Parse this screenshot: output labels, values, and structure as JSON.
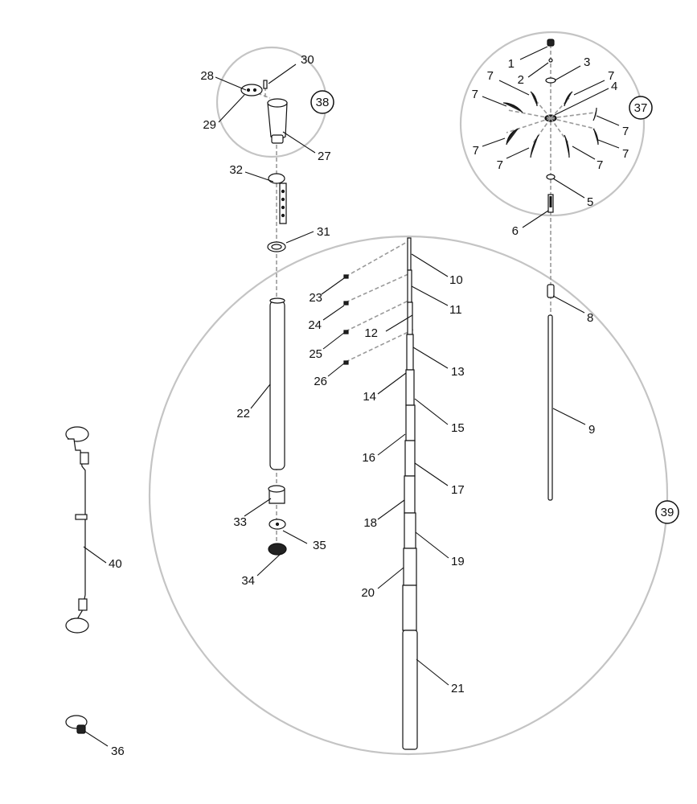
{
  "labels": {
    "p1": "1",
    "p2": "2",
    "p3": "3",
    "p4": "4",
    "p5": "5",
    "p6": "6",
    "p7a": "7",
    "p7b": "7",
    "p7c": "7",
    "p7d": "7",
    "p7e": "7",
    "p7f": "7",
    "p7g": "7",
    "p7h": "7",
    "p8": "8",
    "p9": "9",
    "p10": "10",
    "p11": "11",
    "p12": "12",
    "p13": "13",
    "p14": "14",
    "p15": "15",
    "p16": "16",
    "p17": "17",
    "p18": "18",
    "p19": "19",
    "p20": "20",
    "p21": "21",
    "p22": "22",
    "p23": "23",
    "p24": "24",
    "p25": "25",
    "p26": "26",
    "p27": "27",
    "p28": "28",
    "p29": "29",
    "p30": "30",
    "p31": "31",
    "p32": "32",
    "p33": "33",
    "p34": "34",
    "p35": "35",
    "p36": "36",
    "p40": "40"
  },
  "groups": {
    "g37": "37",
    "g38": "38",
    "g39": "39"
  }
}
